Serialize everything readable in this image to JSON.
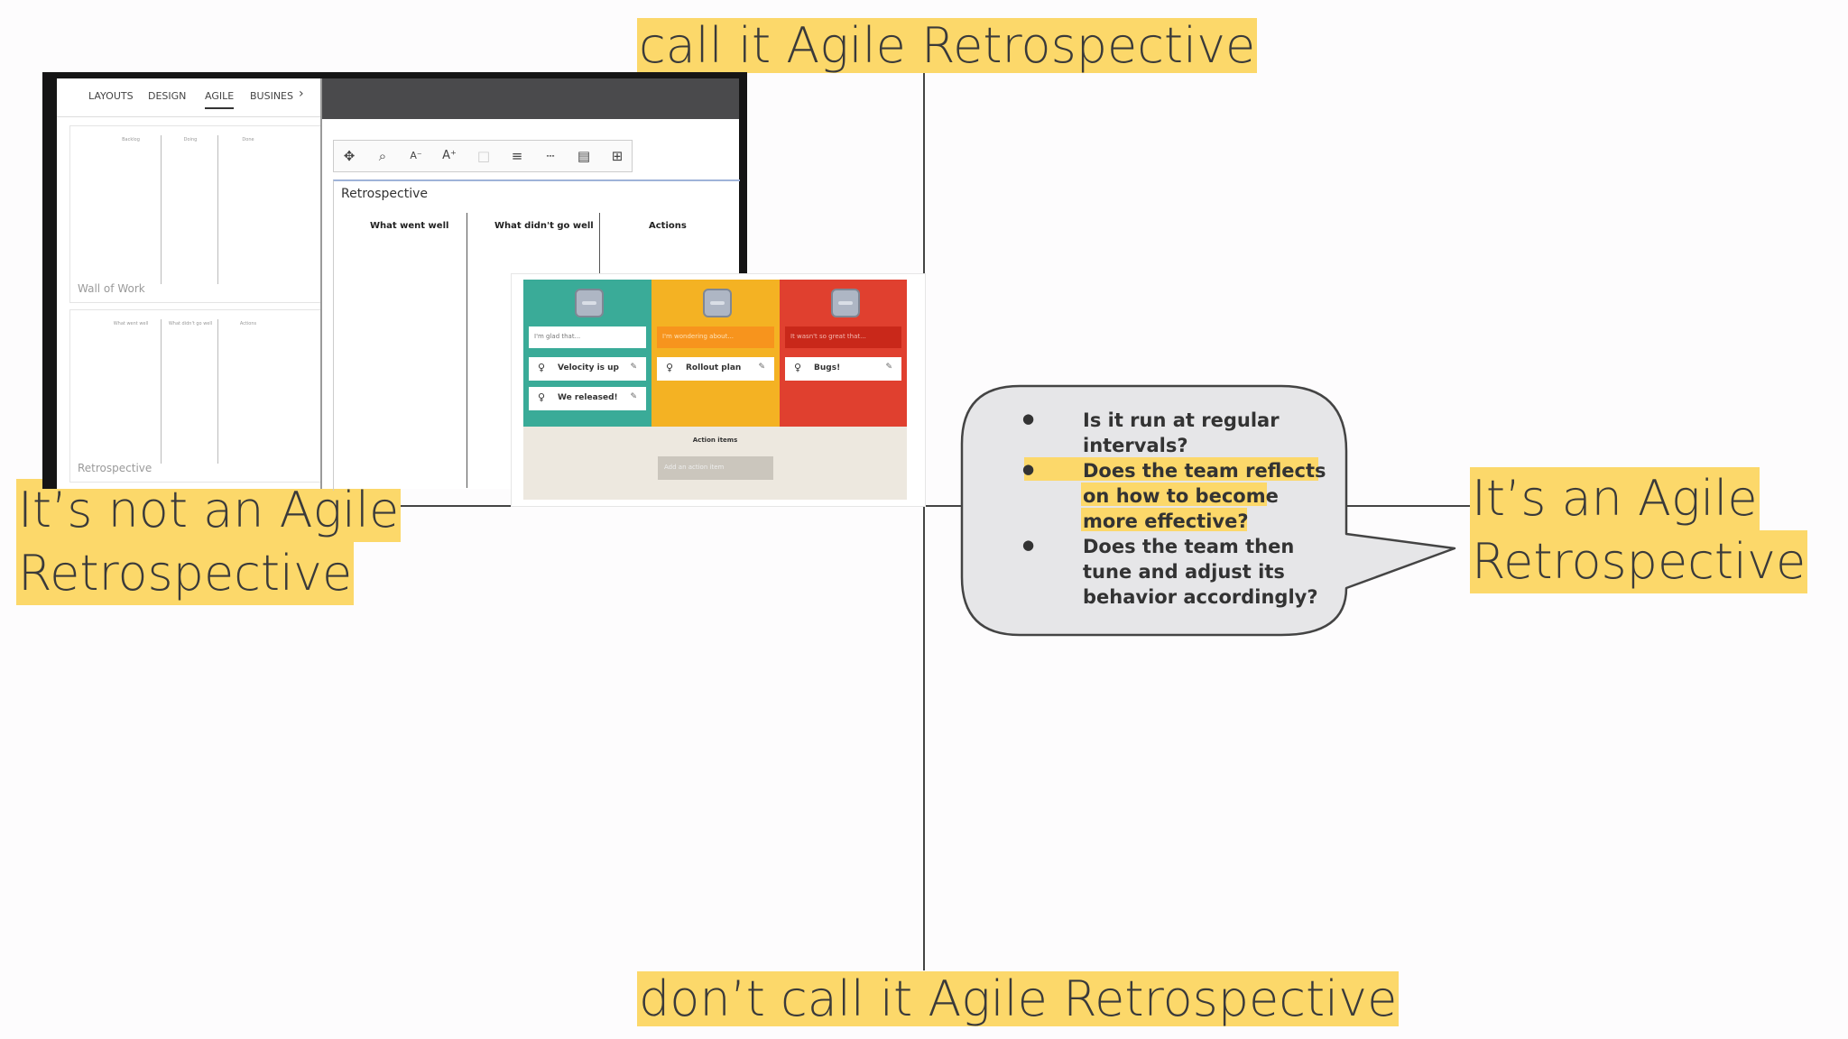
{
  "quadrant_labels": {
    "top": "call it Agile Retrospective",
    "bottom": "don’t call it Agile Retrospective",
    "left_line1": "It’s not an Agile",
    "left_line2": "Retrospective",
    "right_line1": "It’s an Agile",
    "right_line2": "Retrospective"
  },
  "screenshot_tool": {
    "tabs": [
      "LAYOUTS",
      "DESIGN",
      "AGILE",
      "BUSINES"
    ],
    "active_tab": "AGILE",
    "templates": [
      {
        "label": "Wall of Work",
        "columns": [
          "Backlog",
          "Doing",
          "Done"
        ]
      },
      {
        "label": "Retrospective",
        "columns": [
          "What went well",
          "What didn't go well",
          "Actions"
        ]
      }
    ],
    "board_title": "Retrospective",
    "board_columns": [
      "What went well",
      "What didn't go well",
      "Actions"
    ]
  },
  "screenshot_board": {
    "lanes": [
      {
        "placeholder": "I'm glad that...",
        "color": "#3aab98",
        "input_color": "#ffffff",
        "cards": [
          "Velocity is up",
          "We released!"
        ]
      },
      {
        "placeholder": "I'm wondering about...",
        "color": "#f4b223",
        "input_color": "#f7941d",
        "cards": [
          "Rollout plan"
        ]
      },
      {
        "placeholder": "It wasn't so great that...",
        "color": "#e0402f",
        "input_color": "#c9281a",
        "cards": [
          "Bugs!"
        ]
      }
    ],
    "action_items_title": "Action items",
    "action_items_placeholder": "Add an action item"
  },
  "callout": {
    "questions": [
      {
        "lines": [
          "Is it run at regular",
          "intervals?"
        ],
        "highlighted": false
      },
      {
        "lines": [
          "Does the team reflects",
          "on how to become",
          "more effective?"
        ],
        "highlighted": true
      },
      {
        "lines": [
          "Does the team then",
          "tune and adjust its",
          "behavior accordingly?"
        ],
        "highlighted": false
      }
    ]
  },
  "colors": {
    "highlight": "#fcd86a",
    "axis": "#444444",
    "callout_fill": "#e6e6e8",
    "callout_stroke": "#444444"
  }
}
